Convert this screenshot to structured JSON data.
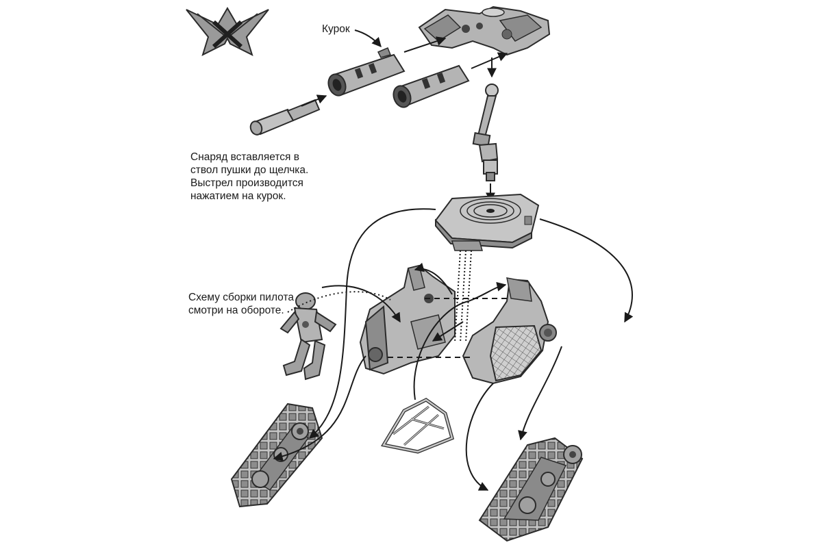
{
  "labels": {
    "trigger": "Курок"
  },
  "captions": {
    "projectile": [
      "Снаряд вставляется в",
      "ствол пушки до щелчка.",
      "Выстрел производится",
      "нажатием на курок."
    ],
    "pilot": [
      "Схему сборки пилота",
      "смотри на обороте."
    ]
  },
  "colors": {
    "part_fill": "#b4b4b4",
    "part_light": "#d2d2d2",
    "part_dark": "#6e6e6e",
    "outline": "#2b2b2b",
    "arrow": "#1a1a1a"
  }
}
